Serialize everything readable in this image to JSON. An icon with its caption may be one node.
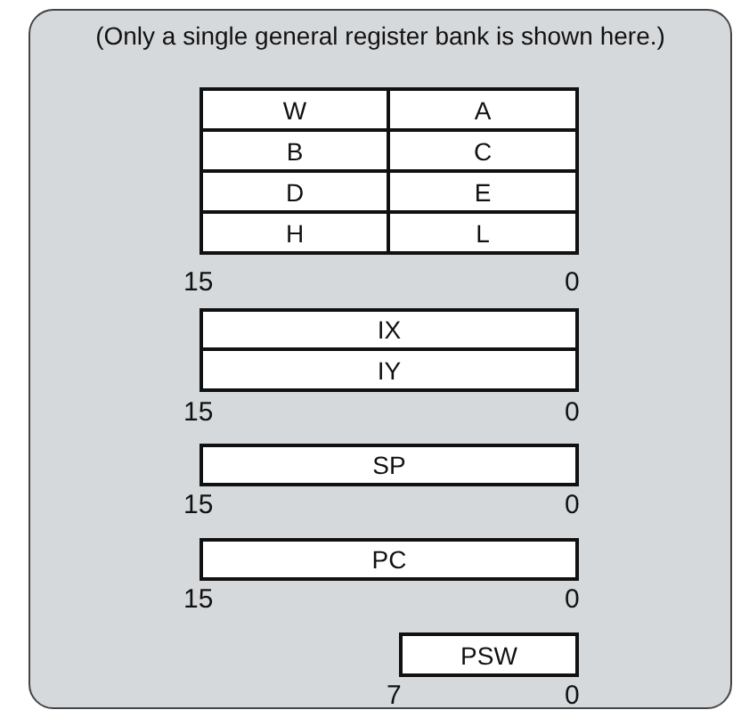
{
  "diagram": {
    "nodes": [
      {
        "text": [
          "(Only a single general register bank is shown here.)"
        ]
      },
      {
        "text": [
          "W"
        ],
        "in": 0
      },
      {
        "text": [
          "A"
        ],
        "in": 0
      },
      {
        "text": [
          "B"
        ],
        "in": 0
      },
      {
        "text": [
          "C"
        ],
        "in": 0
      },
      {
        "text": [
          "D"
        ],
        "in": 0
      },
      {
        "text": [
          "E"
        ],
        "in": 0
      },
      {
        "text": [
          "H"
        ],
        "in": 0
      },
      {
        "text": [
          "L"
        ],
        "in": 0
      },
      {
        "text": [
          "IX"
        ],
        "in": 0
      },
      {
        "text": [
          "IY"
        ],
        "in": 0
      },
      {
        "text": [
          "SP"
        ],
        "in": 0
      },
      {
        "text": [
          "PC"
        ],
        "in": 0
      },
      {
        "text": [
          "PSW"
        ],
        "in": 0
      }
    ],
    "labels": [
      "15",
      "0",
      "15",
      "0",
      "15",
      "0",
      "15",
      "0",
      "7",
      "0"
    ]
  }
}
